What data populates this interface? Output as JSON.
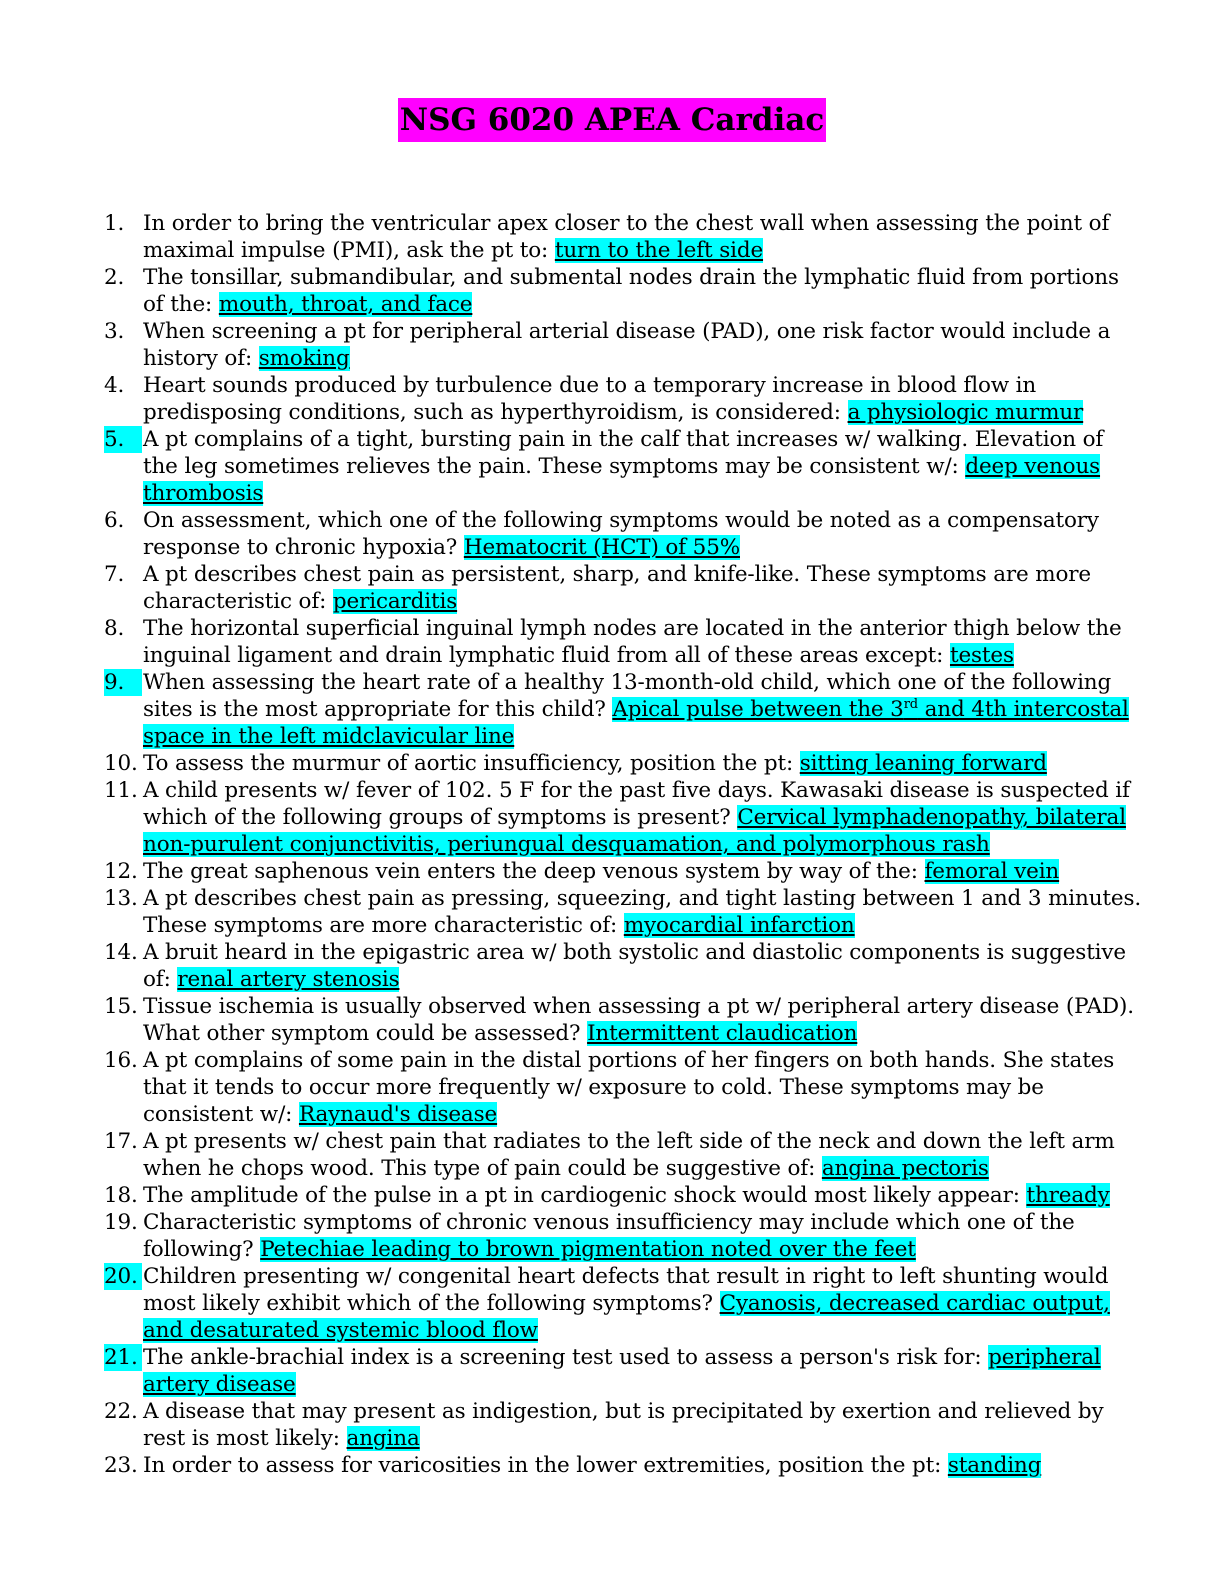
{
  "document": {
    "title": "NSG 6020 APEA Cardiac",
    "title_highlight_color": "#ff00ff",
    "answer_highlight_color": "#00ffff"
  },
  "questions": [
    {
      "num": "1.",
      "num_highlighted": false,
      "text": "In order to bring the ventricular apex closer to the chest wall when assessing the point of maximal impulse (PMI), ask the pt to: ",
      "answer": "turn to the left side"
    },
    {
      "num": "2.",
      "num_highlighted": false,
      "text": "The tonsillar, submandibular, and submental nodes drain the lymphatic fluid from portions of the: ",
      "answer": "mouth, throat, and face"
    },
    {
      "num": "3.",
      "num_highlighted": false,
      "text": "When screening a pt for peripheral arterial disease (PAD), one risk factor would include a history of: ",
      "answer": "smoking"
    },
    {
      "num": "4.",
      "num_highlighted": false,
      "text": "Heart sounds produced by turbulence due to a temporary increase in blood flow in predisposing conditions, such as hyperthyroidism, is considered: ",
      "answer": "a physiologic murmur"
    },
    {
      "num": "5.",
      "num_highlighted": true,
      "text": "A pt complains of a tight, bursting pain in the calf that increases w/ walking. Elevation of the leg sometimes relieves the pain. These symptoms may be consistent w/: ",
      "answer": "deep venous thrombosis"
    },
    {
      "num": "6.",
      "num_highlighted": false,
      "text": "On assessment, which one of the following symptoms would be noted as a compensatory response to chronic hypoxia? ",
      "answer": "Hematocrit (HCT) of 55%"
    },
    {
      "num": "7.",
      "num_highlighted": false,
      "text": "A pt describes chest pain as persistent, sharp, and knife-like. These symptoms are more characteristic of: ",
      "answer": "pericarditis"
    },
    {
      "num": "8.",
      "num_highlighted": false,
      "text": "The horizontal superficial inguinal lymph nodes are located in the anterior thigh below the inguinal ligament and drain lymphatic fluid from all of these areas except: ",
      "answer": "testes"
    },
    {
      "num": "9.",
      "num_highlighted": true,
      "text": "When assessing the heart rate of a healthy 13-month-old child, which one of the following sites is the most appropriate for this child? ",
      "answer_pre": "Apical pulse between the 3",
      "answer_sup": "rd",
      "answer_post": " and 4th intercostal space in the left midclavicular line"
    },
    {
      "num": "10.",
      "num_highlighted": false,
      "text": "To assess the murmur of aortic insufficiency, position the pt: ",
      "answer": "sitting leaning forward"
    },
    {
      "num": "11.",
      "num_highlighted": false,
      "text": "A child presents w/ fever of 102. 5 F for the past five days. Kawasaki disease is suspected if which of the following groups of symptoms is present? ",
      "answer": "Cervical lymphadenopathy, bilateral non-purulent conjunctivitis, periungual desquamation, and polymorphous rash"
    },
    {
      "num": "12.",
      "num_highlighted": false,
      "text": "The great saphenous vein enters the deep venous system by way of the: ",
      "answer": "femoral vein"
    },
    {
      "num": "13.",
      "num_highlighted": false,
      "text": "A pt describes chest pain as pressing, squeezing, and tight lasting between 1 and 3 minutes. These symptoms are more characteristic of: ",
      "answer": "myocardial infarction"
    },
    {
      "num": "14.",
      "num_highlighted": false,
      "text": "A bruit heard in the epigastric area w/ both systolic and diastolic components is suggestive of: ",
      "answer": "renal artery stenosis"
    },
    {
      "num": "15.",
      "num_highlighted": false,
      "text": "Tissue ischemia is usually observed when assessing a pt w/ peripheral artery disease (PAD). What other symptom could be assessed? ",
      "answer": "Intermittent claudication"
    },
    {
      "num": "16.",
      "num_highlighted": false,
      "text": "A pt complains of some pain in the distal portions of her fingers on both hands. She states that it tends to occur more frequently w/ exposure to cold. These symptoms may be consistent w/: ",
      "answer": "Raynaud's disease"
    },
    {
      "num": "17.",
      "num_highlighted": false,
      "text": "A pt presents w/ chest pain that radiates to the left side of the neck and down the left arm when he chops wood. This type of pain could be suggestive of: ",
      "answer": "angina pectoris"
    },
    {
      "num": "18.",
      "num_highlighted": false,
      "text": "The amplitude of the pulse in a pt in cardiogenic shock would most likely appear: ",
      "answer": "thready"
    },
    {
      "num": "19.",
      "num_highlighted": false,
      "text": "Characteristic symptoms of chronic venous insufficiency may include which one of the following? ",
      "answer": "Petechiae leading to brown pigmentation noted over the feet"
    },
    {
      "num": "20.",
      "num_highlighted": true,
      "text": "Children presenting w/ congenital heart defects that result in right to left shunting would most likely exhibit which of the following symptoms? ",
      "answer": "Cyanosis, decreased cardiac output, and desaturated systemic blood flow"
    },
    {
      "num": "21.",
      "num_highlighted": true,
      "text": "The ankle-brachial index is a screening test used to assess a person's risk for: ",
      "answer": "peripheral artery disease"
    },
    {
      "num": "22.",
      "num_highlighted": false,
      "text": "A disease that may present as indigestion, but is precipitated by exertion and relieved by rest is most likely: ",
      "answer": "angina"
    },
    {
      "num": "23.",
      "num_highlighted": false,
      "text": "In order to assess for varicosities in the lower extremities, position the pt: ",
      "answer": "standing"
    }
  ]
}
